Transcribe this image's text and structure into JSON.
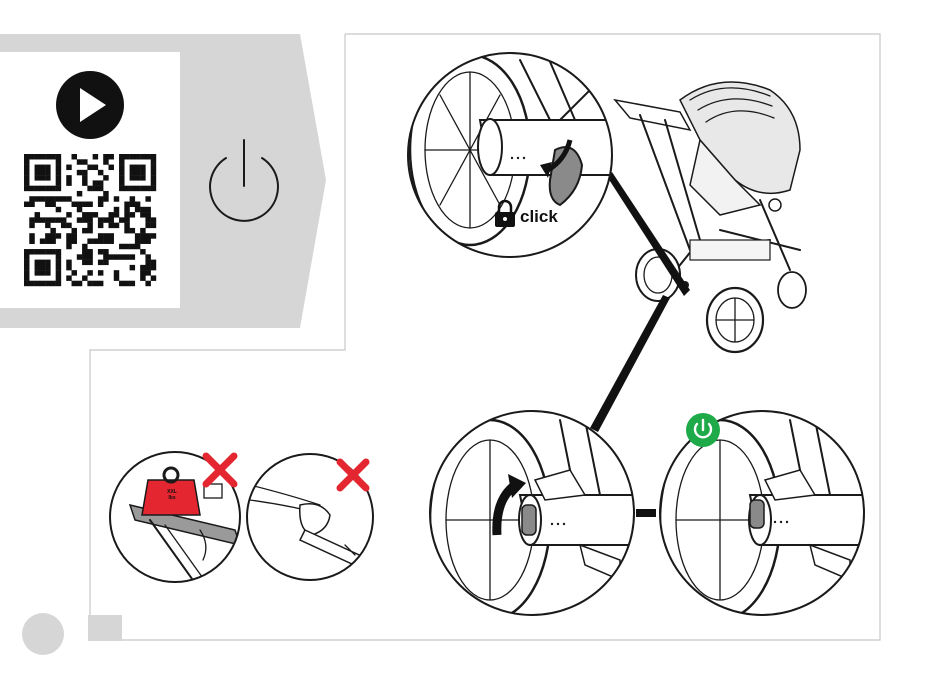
{
  "steps": {
    "lock_label": "click"
  },
  "weight_tag": {
    "line1": "XXL",
    "line2": "lbs"
  },
  "colors": {
    "panel_gray": "#d6d6d6",
    "frame_border": "#c8c8c8",
    "accent_red": "#e3262f",
    "ok_green": "#1faa4a",
    "dark": "#111111"
  },
  "icons": {
    "video": "play-icon",
    "power": "power-icon",
    "lock": "padlock-icon",
    "forbidden": "cross-icon",
    "confirm": "power-icon"
  }
}
